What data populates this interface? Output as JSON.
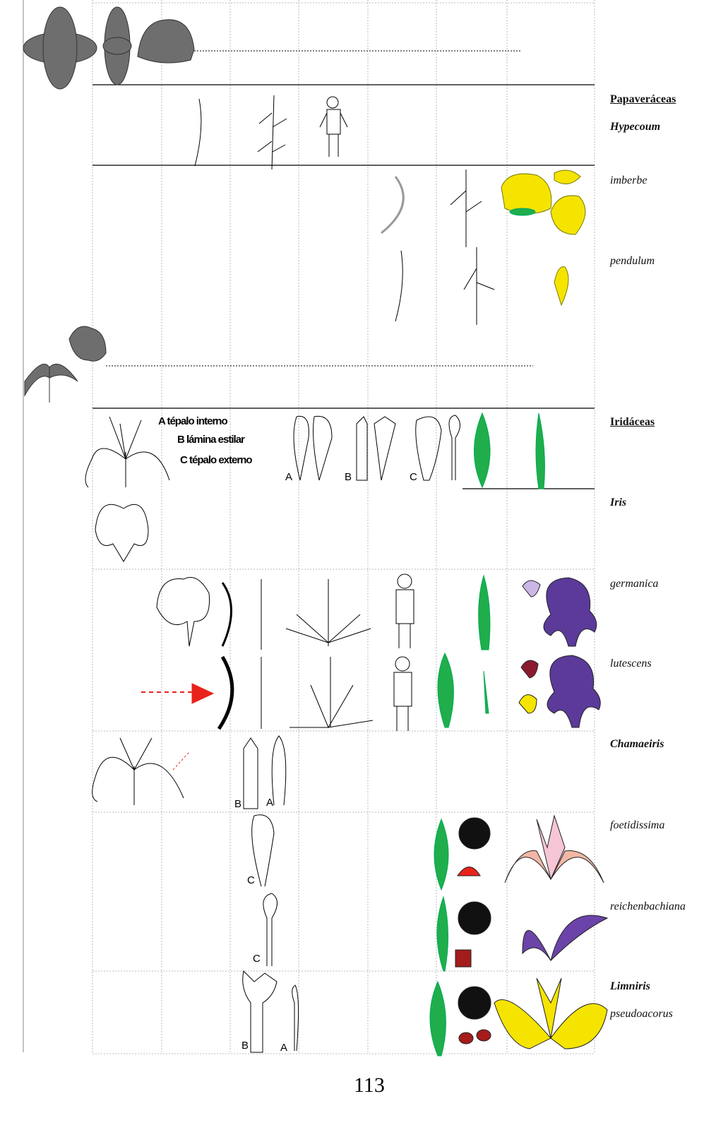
{
  "labels": {
    "family1": "Papaveráceas",
    "genus1": "Hypecoum",
    "sp_imberbe": "imberbe",
    "sp_pendulum": "pendulum",
    "family2": "Iridáceas",
    "genus2": "Iris",
    "sp_germanica": "germanica",
    "sp_lutescens": "lutescens",
    "subgenus1": "Chamaeiris",
    "sp_foetidissima": "foetidissima",
    "sp_reichenbachiana": "reichenbachiana",
    "subgenus2": "Limniris",
    "sp_pseudoacorus": "pseudoacorus"
  },
  "annotations": {
    "a": "A tépalo interno",
    "b": "B lámina estilar",
    "c": "C tépalo externo"
  },
  "part_letters": {
    "A": "A",
    "B": "B",
    "C": "C"
  },
  "page_number": "113",
  "colors": {
    "yellow": "#f5e400",
    "green": "#1fae4b",
    "purple": "#5b3a9a",
    "grey": "#6e6e6e",
    "red": "#e8231c"
  }
}
